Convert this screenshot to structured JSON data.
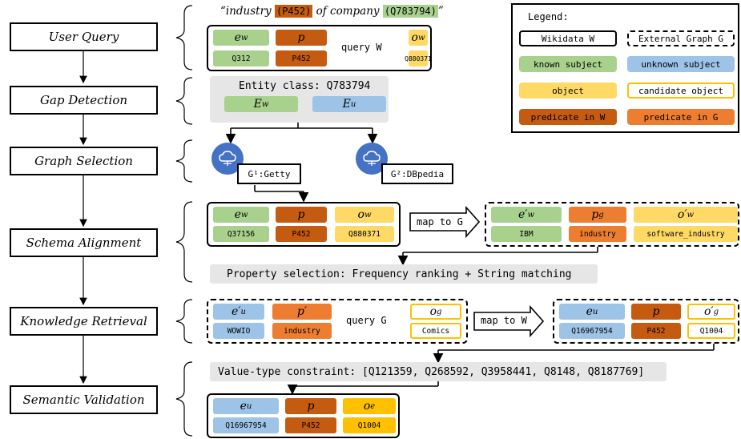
{
  "stages": [
    "User Query",
    "Gap Detection",
    "Graph Selection",
    "Schema Alignment",
    "Knowledge Retrieval",
    "Semantic Validation"
  ],
  "query": {
    "pre": "“industry ",
    "prop": "(P452)",
    "mid": " of company ",
    "entity": "(Q783794)",
    "post": "”",
    "symbols": [
      "e_w",
      "p",
      "o_w"
    ],
    "arrow_label": "query W",
    "values": [
      "Q312",
      "P452",
      "Q880371"
    ]
  },
  "gap": {
    "title": "Entity class: Q783794",
    "known": "E_w",
    "unknown": "E_u"
  },
  "graphs": {
    "g1": "G¹:Getty",
    "g2": "G²:DBpedia"
  },
  "schema": {
    "left_symbols": [
      "e_w",
      "p",
      "o_w"
    ],
    "left_values": [
      "Q37156",
      "P452",
      "Q880371"
    ],
    "map_label": "map to G",
    "right_symbols": [
      "e′_w",
      "p_g",
      "o′_w"
    ],
    "right_values": [
      "IBM",
      "industry",
      "software_industry"
    ]
  },
  "property_selection": "Property selection: Frequency ranking + String matching",
  "retrieval": {
    "left_symbols": [
      "e′_u",
      "p′"
    ],
    "left_values": [
      "WOWIO",
      "industry"
    ],
    "query_label": "query G",
    "candidate_symbol": "o_g",
    "candidate_value": "Comics",
    "map_label": "map to W",
    "right_symbols": [
      "e_u",
      "p",
      "o′_g"
    ],
    "right_values": [
      "Q16967954",
      "P452",
      "Q1004"
    ]
  },
  "value_type": "Value-type constraint: [Q121359, Q268592, Q3958441, Q8148, Q8187769]",
  "validation": {
    "symbols": [
      "e_u",
      "p",
      "o_e"
    ],
    "values": [
      "Q16967954",
      "P452",
      "Q1004"
    ]
  },
  "legend": {
    "title": "Legend:",
    "items": [
      "Wikidata W",
      "External Graph G",
      "known subject",
      "unknown subject",
      "object",
      "candidate object",
      "predicate in W",
      "predicate in G"
    ]
  },
  "colors": {
    "known_subject": "#a9d18e",
    "unknown_subject": "#9dc3e6",
    "object": "#ffd966",
    "candidate_object": "#ffc000",
    "predicate_w": "#c55a11",
    "predicate_g": "#ed7d31",
    "grey": "#e7e6e6"
  }
}
